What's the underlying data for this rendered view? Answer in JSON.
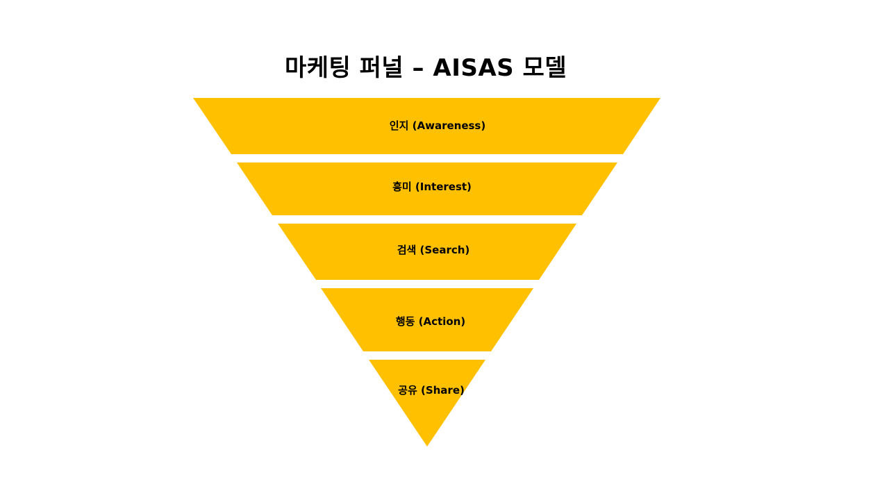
{
  "title": "마케팅 퍼널 – AISAS 모델",
  "colors": {
    "background": "#ffffff",
    "funnel_fill": "#FFC000",
    "text": "#000000"
  },
  "stages": [
    {
      "label": "인지 (Awareness)"
    },
    {
      "label": "흥미 (Interest)"
    },
    {
      "label": "검색 (Search)"
    },
    {
      "label": "행동 (Action)"
    },
    {
      "label": "공유 (Share)"
    }
  ]
}
